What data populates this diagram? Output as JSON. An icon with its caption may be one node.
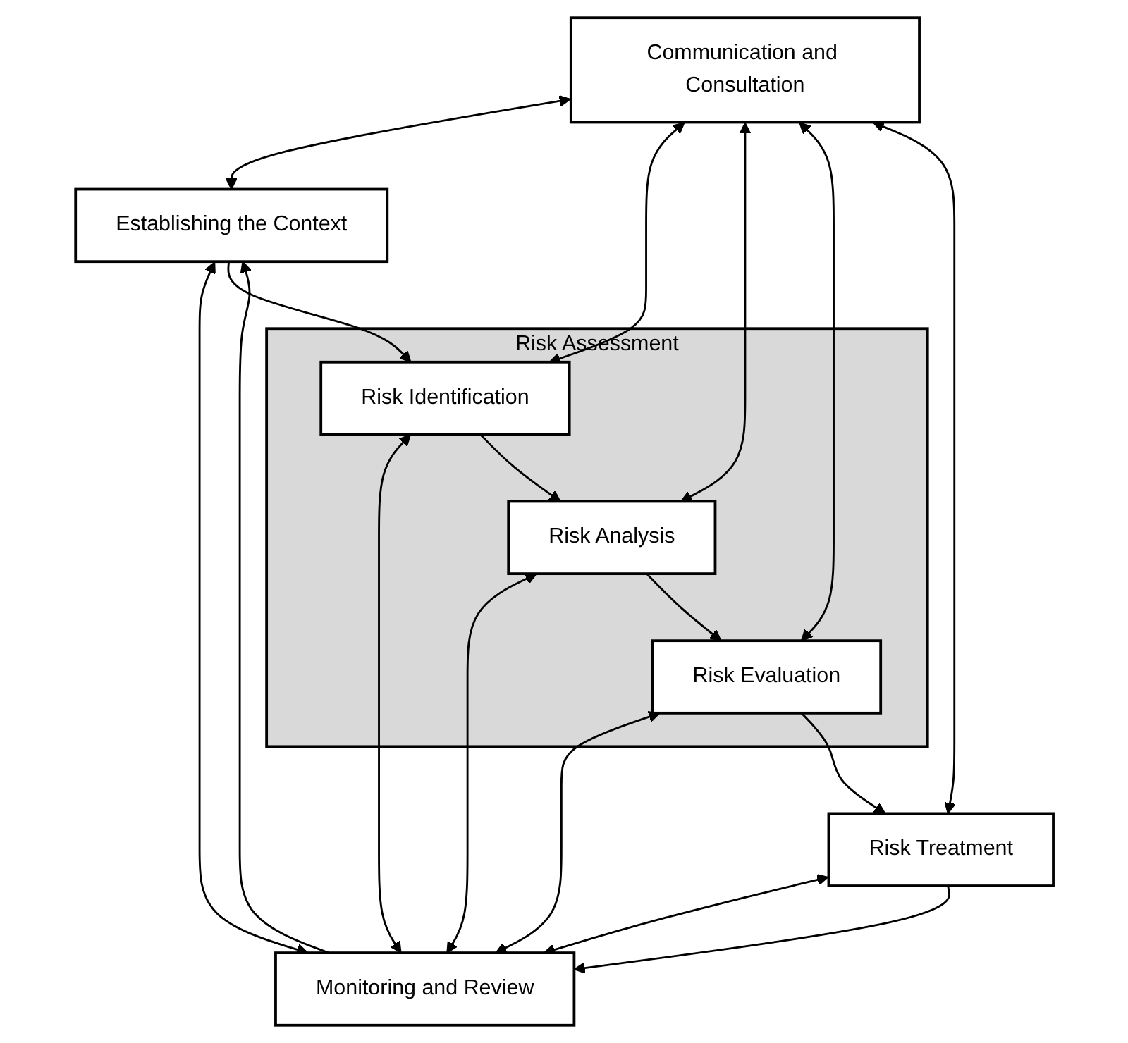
{
  "diagram": {
    "nodes": [
      {
        "text": [
          "Communication and Consultation"
        ]
      },
      {
        "text": [
          "Establishing the Context"
        ]
      },
      {
        "text": [
          "Risk Assessment"
        ]
      },
      {
        "text": [
          "Risk Identification"
        ],
        "in": 2
      },
      {
        "text": [
          "Risk Analysis"
        ],
        "in": 2
      },
      {
        "text": [
          "Risk Evaluation"
        ],
        "in": 2
      },
      {
        "text": [
          "Risk Treatment"
        ]
      },
      {
        "text": [
          "Monitoring and Review"
        ]
      }
    ],
    "edges": [
      {
        "from": 0,
        "to": 1,
        "arrow": "both"
      },
      {
        "from": 1,
        "to": 7,
        "arrow": "both"
      },
      {
        "from": 0,
        "to": 3,
        "arrow": "both"
      },
      {
        "from": 3,
        "to": 7,
        "arrow": "both"
      },
      {
        "from": 0,
        "to": 4,
        "arrow": "both"
      },
      {
        "from": 4,
        "to": 7,
        "arrow": "both"
      },
      {
        "from": 0,
        "to": 5,
        "arrow": "both"
      },
      {
        "from": 5,
        "to": 7,
        "arrow": "both"
      },
      {
        "from": 0,
        "to": 6,
        "arrow": "both"
      },
      {
        "from": 6,
        "to": 7,
        "arrow": "both"
      },
      {
        "from": 1,
        "to": 3,
        "arrow": "to"
      },
      {
        "from": 3,
        "to": 4,
        "arrow": "to"
      },
      {
        "from": 4,
        "to": 5,
        "arrow": "to"
      },
      {
        "from": 5,
        "to": 6,
        "arrow": "to"
      },
      {
        "from": 6,
        "to": 7,
        "arrow": "to"
      },
      {
        "from": 7,
        "to": 1,
        "arrow": "to"
      }
    ]
  }
}
